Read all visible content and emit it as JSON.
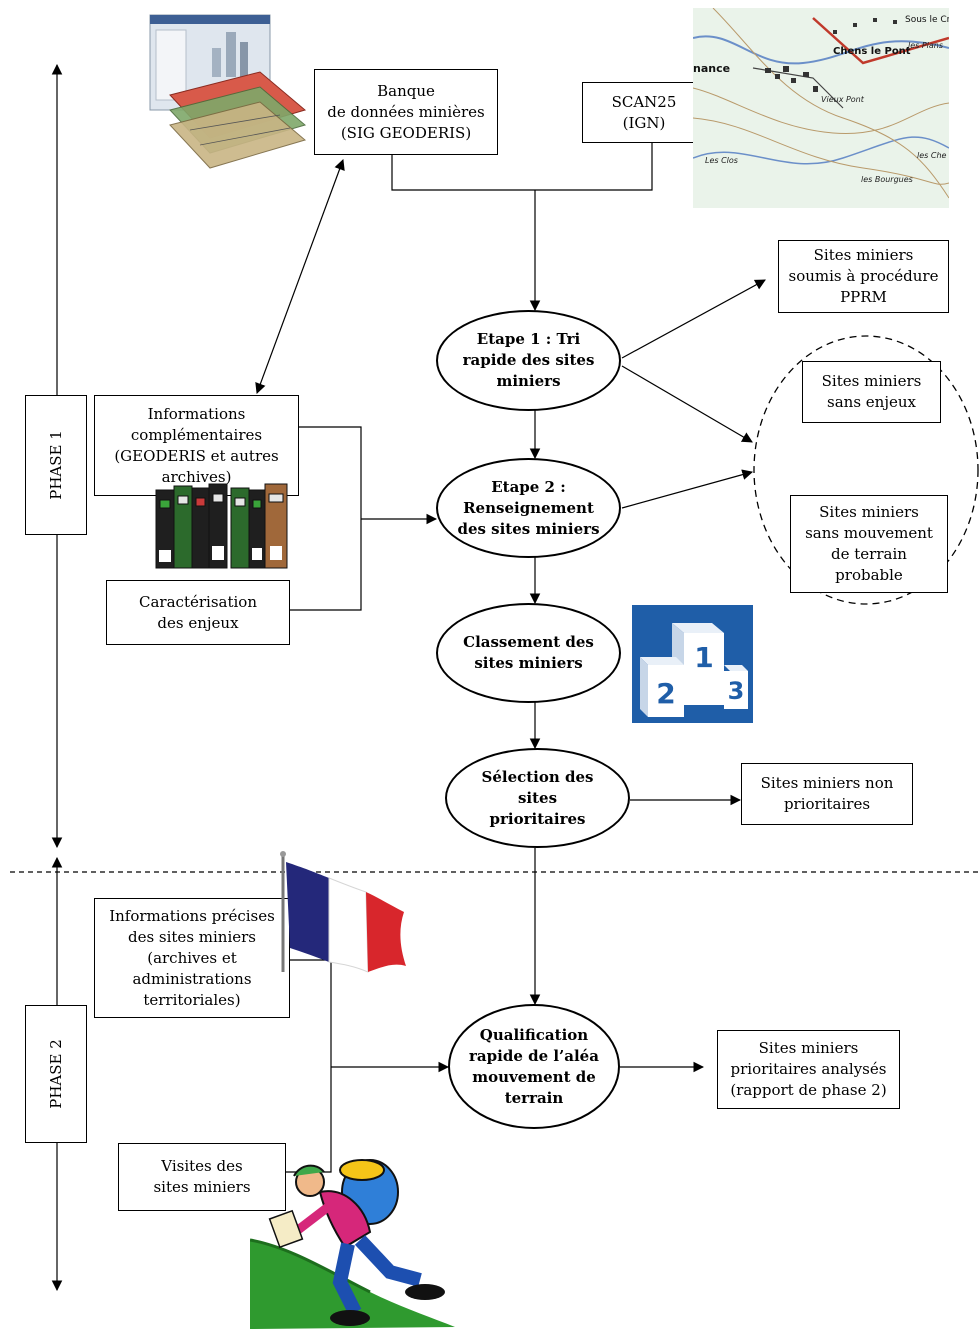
{
  "phases": {
    "phase1": "PHASE 1",
    "phase2": "PHASE 2"
  },
  "boxes": {
    "banque": "Banque\nde données minières\n(SIG GEODERIS)",
    "scan25": "SCAN25\n(IGN)",
    "pprm": "Sites miniers\nsoumis à procédure\nPPRM",
    "sans_enjeux": "Sites miniers\nsans enjeux",
    "sans_mouvement": "Sites miniers\nsans mouvement\nde terrain\nprobable",
    "infos_comp": "Informations\ncomplémentaires\n(GEODERIS et autres\narchives)",
    "caracterisation": "Caractérisation\ndes enjeux",
    "non_prioritaires": "Sites miniers non\nprioritaires",
    "infos_precises": "Informations précises\ndes sites miniers\n(archives et\nadministrations\nterritoriales)",
    "analyses": "Sites miniers\nprioritaires analysés\n(rapport de phase 2)",
    "visites": "Visites des\nsites miniers"
  },
  "steps": {
    "etape1": "Etape 1 : Tri\nrapide des sites\nminiers",
    "etape2": "Etape 2 :\nRenseignement\ndes sites miniers",
    "classement": "Classement des\nsites miniers",
    "selection": "Sélection des\nsites\nprioritaires",
    "qualification": "Qualification\nrapide de l’aléa\nmouvement de\nterrain"
  },
  "map_labels": {
    "chens": "Chens le Pont",
    "plans": "les Plans",
    "sous": "Sous le Cr",
    "nance": "nance",
    "vieux": "Vieux Pont",
    "bourgues": "les Bourgues",
    "clos": "Les Clos",
    "che": "les Che"
  },
  "podium": {
    "first": "1",
    "second": "2",
    "third": "3"
  },
  "colors": {
    "podium_bg": "#1f5ea8",
    "flag_blue": "#24287a",
    "flag_red": "#d8262c",
    "map_road": "#c0392b"
  }
}
